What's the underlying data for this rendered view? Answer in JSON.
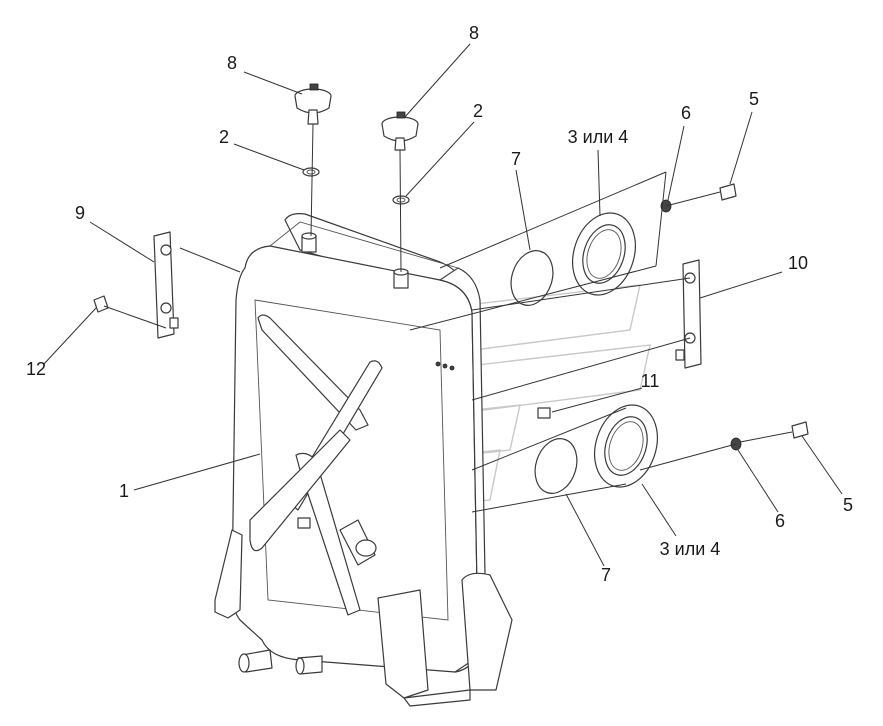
{
  "diagram": {
    "callouts": [
      {
        "id": "c8a",
        "text": "8"
      },
      {
        "id": "c8b",
        "text": "8"
      },
      {
        "id": "c2a",
        "text": "2"
      },
      {
        "id": "c2b",
        "text": "2"
      },
      {
        "id": "c9",
        "text": "9"
      },
      {
        "id": "c12",
        "text": "12"
      },
      {
        "id": "c7a",
        "text": "7"
      },
      {
        "id": "c34a",
        "text": "3 или 4"
      },
      {
        "id": "c6a",
        "text": "6"
      },
      {
        "id": "c5a",
        "text": "5"
      },
      {
        "id": "c10",
        "text": "10"
      },
      {
        "id": "c11",
        "text": "11"
      },
      {
        "id": "c1",
        "text": "1"
      },
      {
        "id": "c6b",
        "text": "6"
      },
      {
        "id": "c5b",
        "text": "5"
      },
      {
        "id": "c34b",
        "text": "3 или 4"
      },
      {
        "id": "c7b",
        "text": "7"
      }
    ],
    "colors": {
      "line": "#3a3a3a",
      "watermark": "#c9c9c9",
      "text": "#1a1a1a"
    }
  }
}
